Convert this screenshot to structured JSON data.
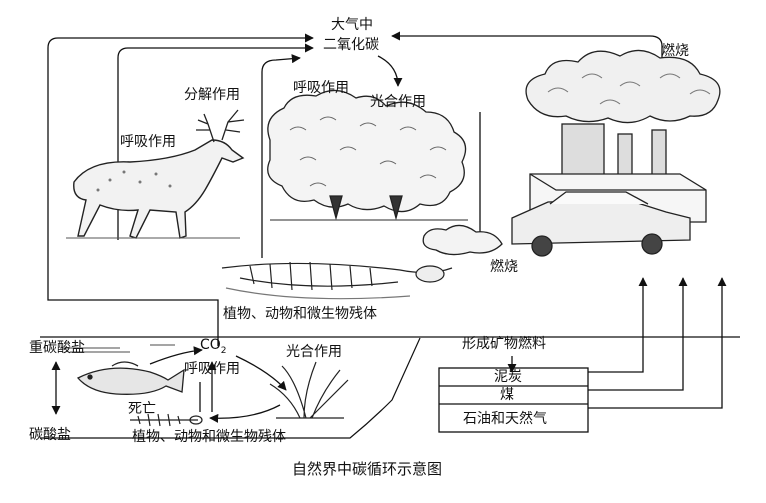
{
  "labels": {
    "atmosphere_line1": "大气中",
    "atmosphere_line2": "二氧化碳",
    "decomposition": "分解作用",
    "respiration_animal": "呼吸作用",
    "respiration_plant": "呼吸作用",
    "photosynthesis_land": "光合作用",
    "combustion_factory": "燃烧",
    "combustion_car": "燃烧",
    "remains_land": "植物、动物和微生物残体",
    "bicarbonate": "重碳酸盐",
    "carbonate": "碳酸盐",
    "co2_water": "CO",
    "co2_sub": "2",
    "respiration_water": "呼吸作用",
    "death": "死亡",
    "photosynthesis_water": "光合作用",
    "remains_water": "植物、动物和微生物残体",
    "fossil_fuel_formation": "形成矿物燃料",
    "peat": "泥炭",
    "coal": "煤",
    "oil_gas": "石油和天然气"
  },
  "caption": "自然界中碳循环示意图"
}
